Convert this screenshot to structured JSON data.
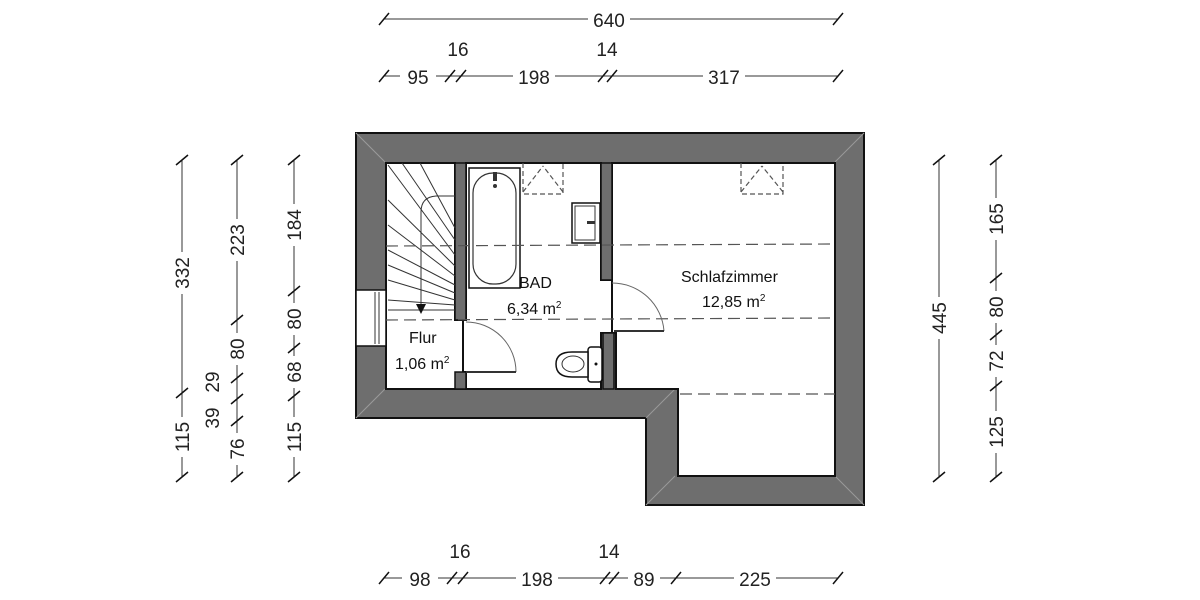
{
  "plan": {
    "rooms": [
      {
        "name": "BAD",
        "area": "6,34 m",
        "sup": "2"
      },
      {
        "name": "Schlafzimmer",
        "area": "12,85 m",
        "sup": "2"
      },
      {
        "name": "Flur",
        "area": "1,06 m",
        "sup": "2"
      }
    ],
    "dimensions": {
      "top_total": "640",
      "top_segments": [
        "95",
        "16",
        "198",
        "14",
        "317"
      ],
      "bottom_segments": [
        "98",
        "16",
        "198",
        "14",
        "89",
        "225"
      ],
      "left_col1": [
        "332",
        "115"
      ],
      "left_col2": [
        "223",
        "80",
        "29",
        "39",
        "76"
      ],
      "left_col3": [
        "184",
        "80",
        "68",
        "115"
      ],
      "right_total": "445",
      "right_segments": [
        "165",
        "80",
        "72",
        "125"
      ]
    },
    "colors": {
      "wall": "#6e6e6e",
      "wall_outline": "#111111",
      "floor": "#ffffff",
      "dim_line": "#333333"
    }
  }
}
